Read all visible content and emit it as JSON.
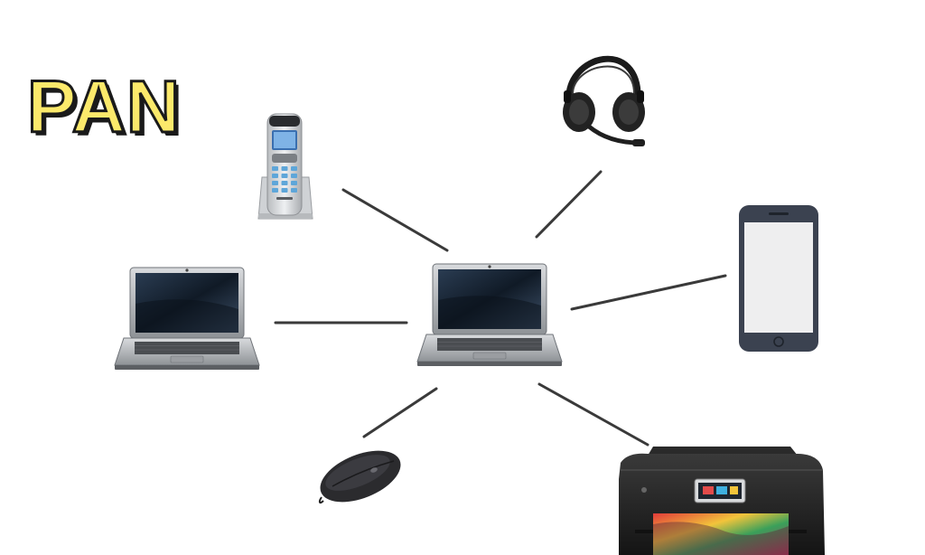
{
  "diagram": {
    "title": "PAN",
    "central_node": "laptop-hub",
    "devices": [
      "cordless-phone",
      "headset",
      "smartphone",
      "laptop",
      "mouse",
      "printer"
    ]
  },
  "colors": {
    "title_fill": "#fbe96b",
    "title_outline": "#1a1a1a",
    "connector": "#3a3a3a",
    "device_dark": "#2b2b2b",
    "screen": "#1c2a3a"
  },
  "icons": {
    "hub": "laptop-icon",
    "phone": "cordless-phone-icon",
    "headset": "headset-icon",
    "smartphone": "smartphone-icon",
    "laptop": "laptop-icon",
    "mouse": "mouse-icon",
    "printer": "printer-icon"
  }
}
